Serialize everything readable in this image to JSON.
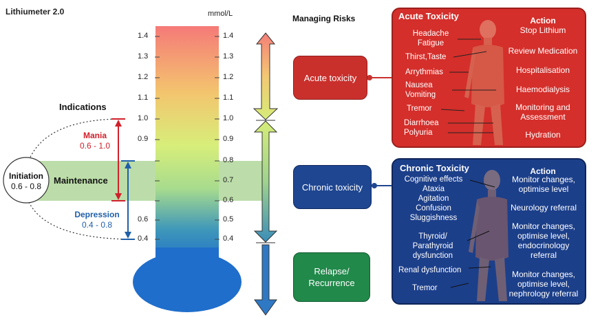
{
  "title": "Lithiumeter 2.0",
  "unit": "mmol/L",
  "scale": {
    "min": 0.4,
    "max": 1.4,
    "ticks": [
      "1.4",
      "1.3",
      "1.2",
      "1.1",
      "1.0",
      "0.9",
      "0.8",
      "0.7",
      "0.6",
      "0.5",
      "0.4"
    ]
  },
  "indications": {
    "heading": "Indications",
    "mania": {
      "label": "Mania",
      "range": "0.6 - 1.0",
      "from": 0.6,
      "to": 1.0,
      "color": "#d0202a"
    },
    "maintenance": {
      "label": "Maintenance",
      "from": 0.6,
      "to": 0.8,
      "color": "#b5d9a0"
    },
    "depression": {
      "label": "Depression",
      "range": "0.4 - 0.8",
      "from": 0.4,
      "to": 0.8,
      "color": "#1f5fa8"
    },
    "initiation": {
      "label": "Initiation",
      "range": "0.6 - 0.8"
    }
  },
  "managing_risks": {
    "heading": "Managing Risks",
    "acute_button": "Acute toxicity",
    "chronic_button": "Chronic toxicity",
    "relapse_button": [
      "Relapse/",
      "Recurrence"
    ]
  },
  "acute": {
    "heading": "Acute Toxicity",
    "action_heading": "Action",
    "symptoms": [
      [
        "Headache",
        "Fatigue"
      ],
      [
        "Thirst,Taste"
      ],
      [
        "Arrythmias"
      ],
      [
        "Nausea",
        "Vomiting"
      ],
      [
        "Tremor"
      ],
      [
        "Diarrhoea",
        "Polyuria"
      ]
    ],
    "actions": [
      [
        "Stop Lithium"
      ],
      [
        "Review Medication"
      ],
      [
        "Hospitalisation"
      ],
      [
        "Haemodialysis"
      ],
      [
        "Monitoring and",
        "Assessment"
      ],
      [
        "Hydration"
      ]
    ]
  },
  "chronic": {
    "heading": "Chronic Toxicity",
    "action_heading": "Action",
    "symptoms": [
      [
        "Cognitive effects",
        "Ataxia",
        "Agitation",
        "Confusion",
        "Sluggishness"
      ],
      [
        "Thyroid/",
        "Parathyroid",
        "dysfunction"
      ],
      [
        "Renal dysfunction"
      ],
      [
        "Tremor"
      ]
    ],
    "actions": [
      [
        "Monitor changes,",
        "optimise level"
      ],
      [
        "Neurology referral"
      ],
      [
        "Monitor changes,",
        "optimise level,",
        "endocrinology",
        "referral"
      ],
      [
        "Monitor changes,",
        "optimise level,",
        "nephrology referral"
      ]
    ]
  },
  "colors": {
    "acute_fill": "#d42f2b",
    "acute_button": "#c9302c",
    "chronic_fill": "#1c3f8a",
    "chronic_button": "#1f4690",
    "relapse_button": "#21894a",
    "thermo_top": "#f47f7a",
    "thermo_mid": "#c9ec7a",
    "thermo_bottom": "#1f6ecb"
  }
}
